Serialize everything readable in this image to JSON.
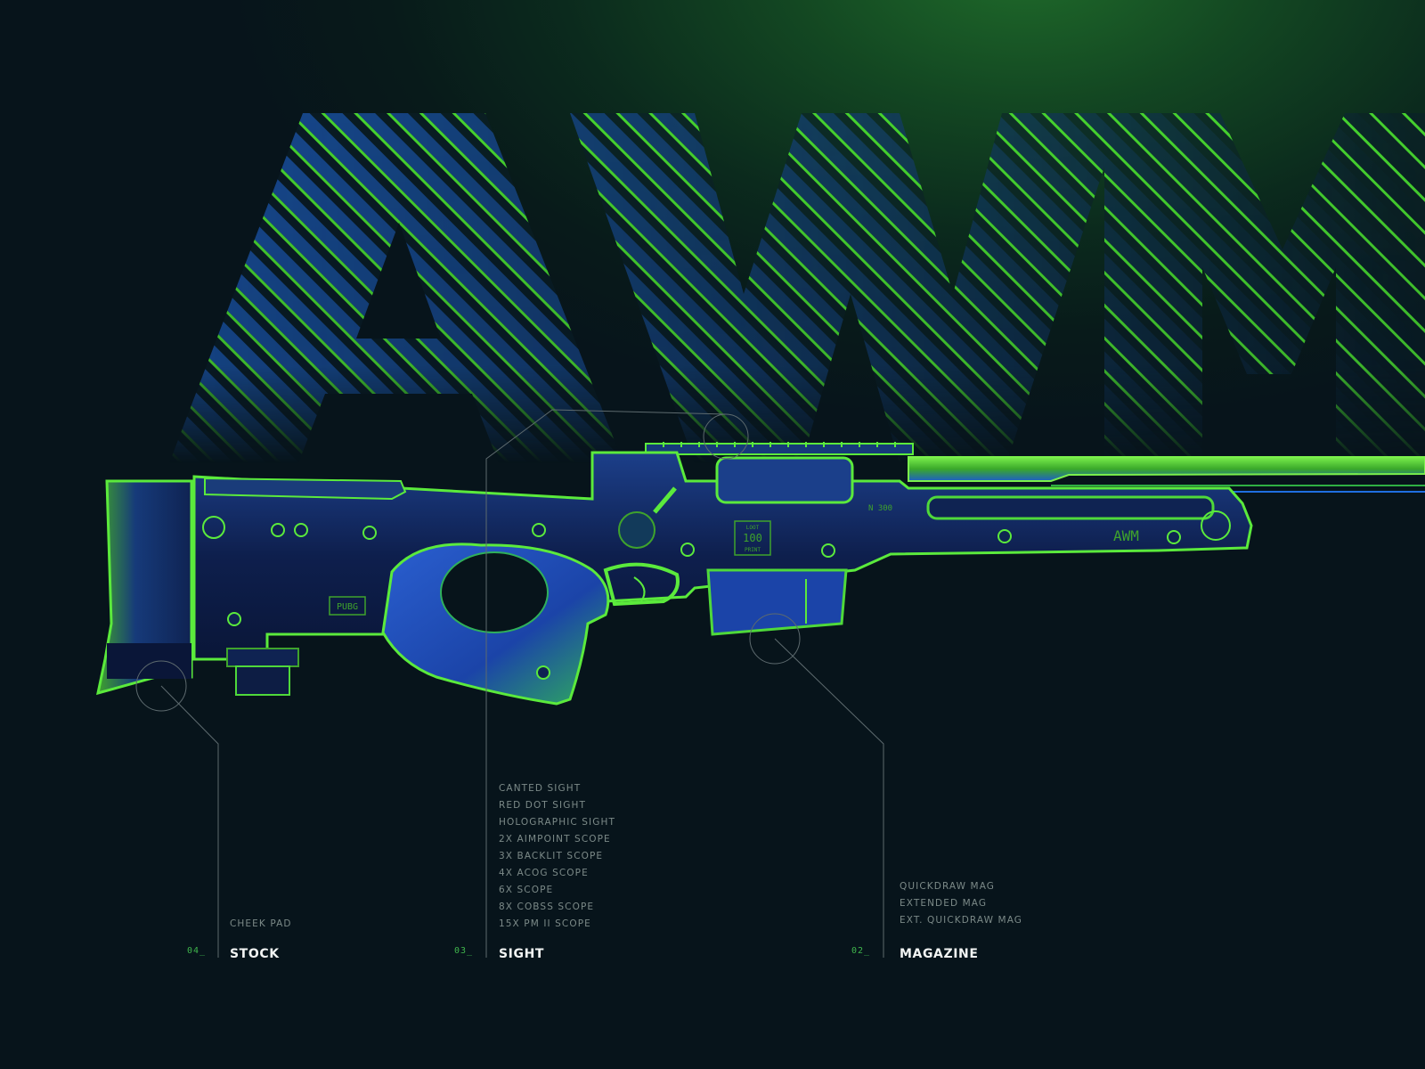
{
  "title_art_text": "AWM",
  "colors": {
    "accent_green": "#5bea3c",
    "accent_blue": "#1f6fe0",
    "index_green": "#3fb54c",
    "label_white": "#f2f4f3",
    "list_gray": "#7c8a88",
    "background": "#07141b"
  },
  "rifle_markings": {
    "pubg_badge": "PUBG",
    "loot_print": [
      "LOOT",
      "100",
      "PRINT"
    ],
    "serial": "N 300",
    "model": "AWM"
  },
  "attachment_groups": [
    {
      "index": "04_",
      "name": "STOCK",
      "items": [
        "CHEEK PAD"
      ]
    },
    {
      "index": "03_",
      "name": "SIGHT",
      "items": [
        "CANTED SIGHT",
        "RED DOT SIGHT",
        "HOLOGRAPHIC SIGHT",
        "2X AIMPOINT SCOPE",
        "3X BACKLIT SCOPE",
        "4X ACOG SCOPE",
        "6X SCOPE",
        "8X COBSS SCOPE",
        "15X PM II SCOPE"
      ]
    },
    {
      "index": "02_",
      "name": "MAGAZINE",
      "items": [
        "QUICKDRAW MAG",
        "EXTENDED MAG",
        "EXT. QUICKDRAW MAG"
      ]
    }
  ]
}
